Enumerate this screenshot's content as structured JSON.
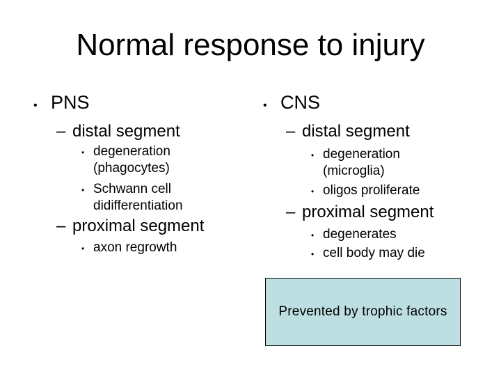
{
  "slide": {
    "title": "Normal response to injury",
    "columns": [
      {
        "id": "pns",
        "items": [
          {
            "level": 1,
            "marker": "•",
            "text": "PNS"
          },
          {
            "level": 2,
            "marker": "–",
            "text": "distal segment"
          },
          {
            "level": 3,
            "marker": "•",
            "text": "degeneration\n(phagocytes)"
          },
          {
            "level": 3,
            "marker": "•",
            "text": "Schwann cell\ndidifferentiation"
          },
          {
            "level": 2,
            "marker": "–",
            "text": "proximal segment"
          },
          {
            "level": 3,
            "marker": "•",
            "text": "axon regrowth"
          }
        ]
      },
      {
        "id": "cns",
        "items": [
          {
            "level": 1,
            "marker": "•",
            "text": "CNS"
          },
          {
            "level": 2,
            "marker": "–",
            "text": "distal segment"
          },
          {
            "level": 3,
            "marker": "•",
            "text": "degeneration\n(microglia)"
          },
          {
            "level": 3,
            "marker": "•",
            "text": "oligos proliferate"
          },
          {
            "level": 2,
            "marker": "–",
            "text": "proximal segment"
          },
          {
            "level": 3,
            "marker": "•",
            "text": "degenerates"
          },
          {
            "level": 3,
            "marker": "•",
            "text": "cell body may die"
          }
        ]
      }
    ],
    "callout": {
      "text": "Prevented by trophic factors",
      "fill": "#bddfe2",
      "border": "#000000"
    },
    "colors": {
      "background": "#ffffff",
      "text": "#000000"
    }
  }
}
